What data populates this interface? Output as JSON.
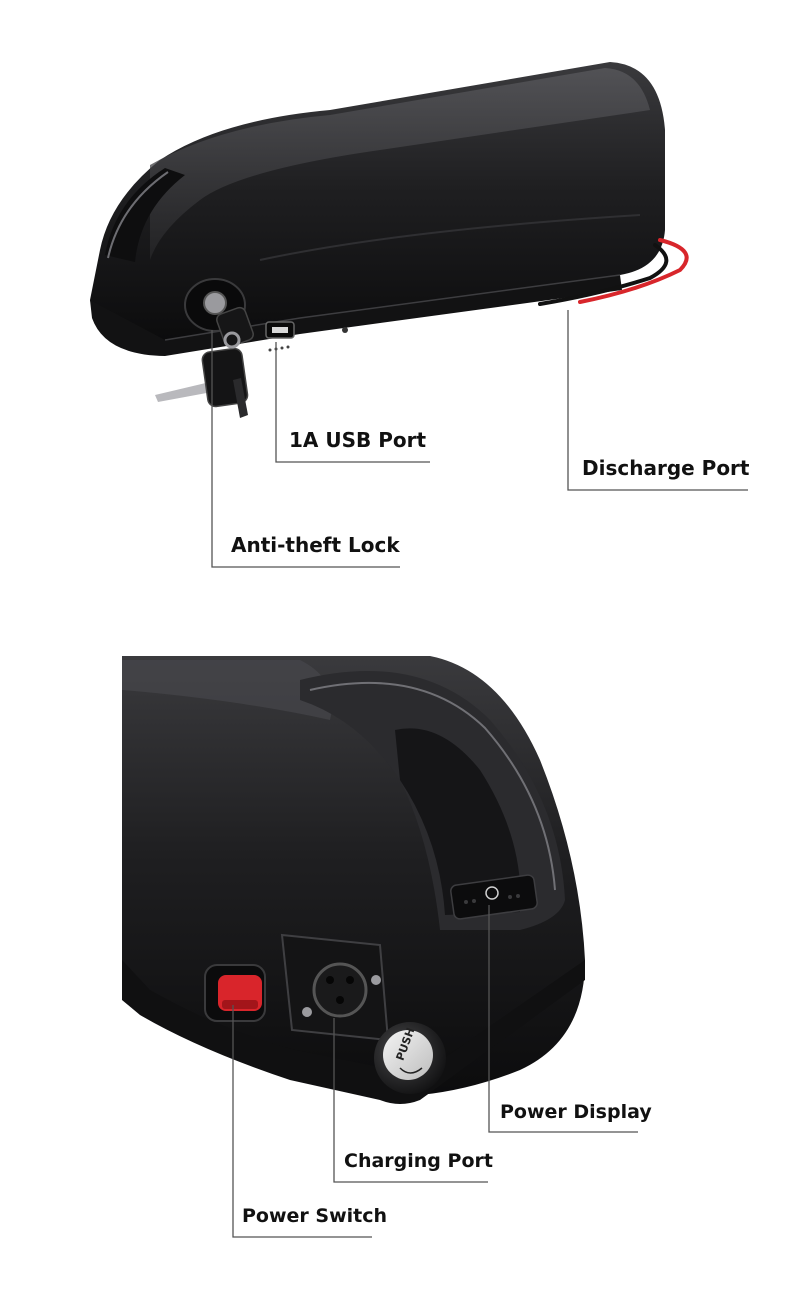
{
  "callouts": {
    "usb_port": "1A USB Port",
    "discharge_port": "Discharge Port",
    "anti_theft_lock": "Anti-theft Lock",
    "power_display": "Power Display",
    "charging_port": "Charging Port",
    "power_switch": "Power Switch"
  },
  "markings": {
    "push": "PUSH"
  },
  "colors": {
    "battery_body": "#1c1c1e",
    "wire_red": "#d8262b",
    "wire_black": "#111111",
    "switch_red": "#d9252b",
    "leader_line": "#555555"
  }
}
